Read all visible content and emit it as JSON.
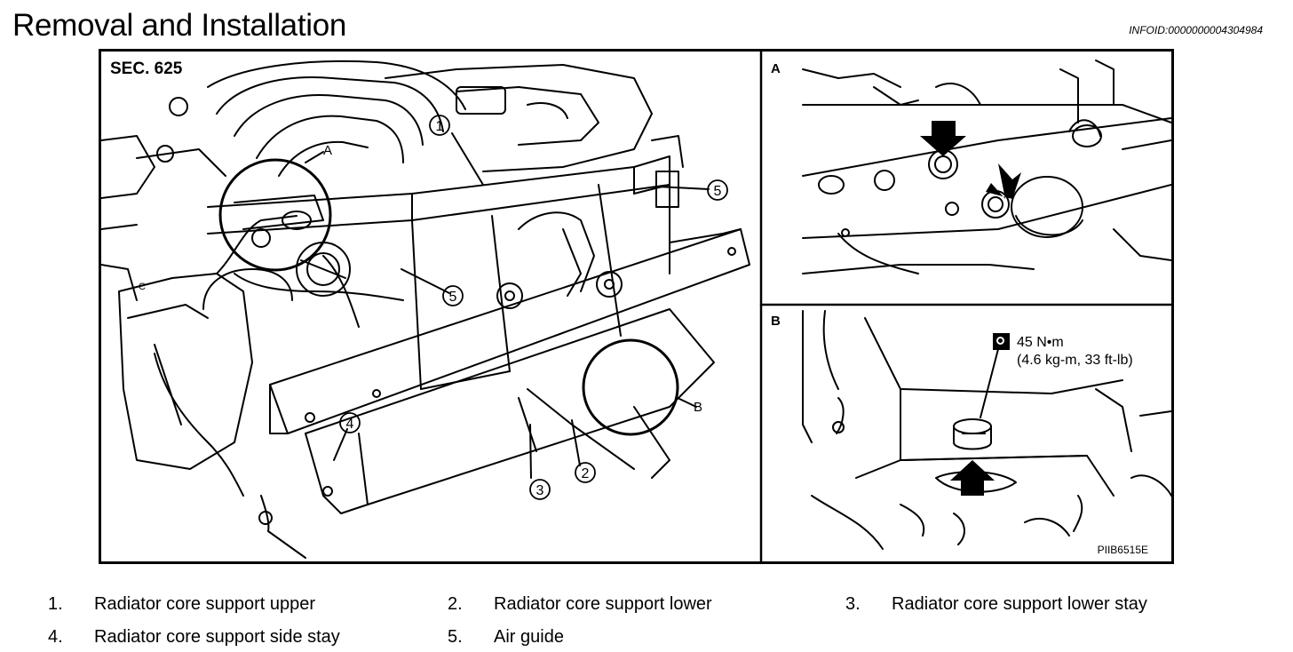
{
  "header": {
    "title": "Removal and Installation",
    "info_id": "INFOID:0000000004304984"
  },
  "figure": {
    "section": "SEC. 625",
    "panel_a_label": "A",
    "panel_b_label": "B",
    "callout_a": "A",
    "callout_b": "B",
    "callout_c": "C",
    "torque_value": "45 N•m",
    "torque_detail": "(4.6 kg-m, 33 ft-lb)",
    "figure_code": "PIIB6515E",
    "markers": [
      "1",
      "5",
      "5",
      "4",
      "3",
      "2"
    ]
  },
  "legend": [
    {
      "num": "1.",
      "text": "Radiator core support upper"
    },
    {
      "num": "2.",
      "text": "Radiator core support lower"
    },
    {
      "num": "3.",
      "text": "Radiator core support lower stay"
    },
    {
      "num": "4.",
      "text": "Radiator core support side stay"
    },
    {
      "num": "5.",
      "text": "Air guide"
    }
  ]
}
